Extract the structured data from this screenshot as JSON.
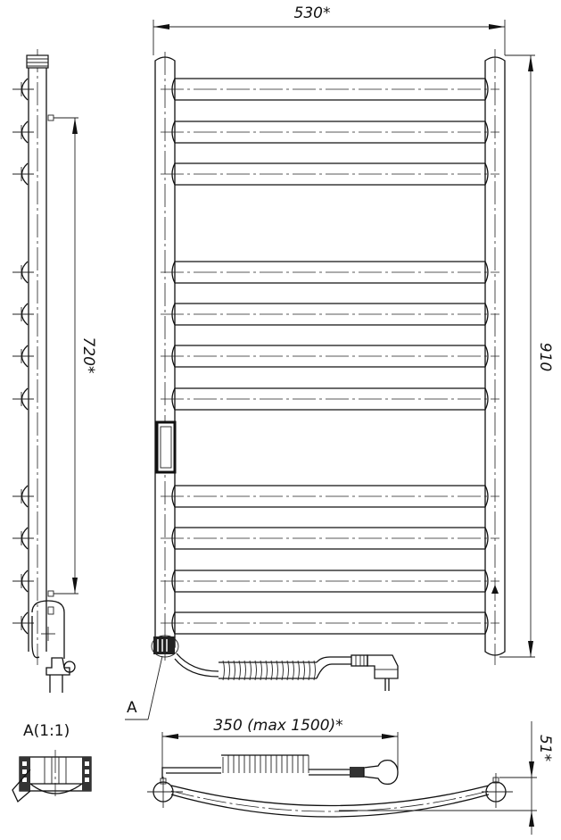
{
  "drawing": {
    "subject": "Heated towel rail (electric) — technical drawing",
    "line_color": "#111111",
    "background": "#ffffff"
  },
  "dimensions": {
    "width": "530*",
    "height": "910",
    "rung_span": "720*",
    "cable_length": "350 (max 1500)*",
    "depth": "51*"
  },
  "labels": {
    "detail_callout": "A",
    "detail_title": "A(1:1)"
  },
  "front_view": {
    "rung_count": 11,
    "rung_centers_y": [
      100,
      148,
      195,
      305,
      352,
      399,
      447,
      556,
      603,
      651,
      698
    ]
  },
  "side_view": {
    "rung_centers_y": [
      100,
      148,
      195,
      305,
      352,
      399,
      447,
      556,
      603,
      651,
      698
    ]
  }
}
